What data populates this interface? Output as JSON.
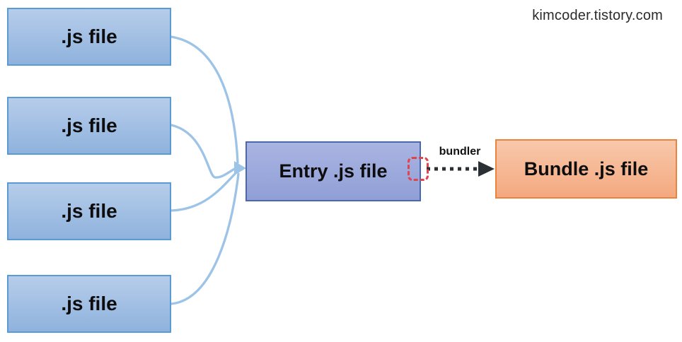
{
  "watermark": "kimcoder.tistory.com",
  "source_boxes": [
    {
      "label": ".js file"
    },
    {
      "label": ".js file"
    },
    {
      "label": ".js file"
    },
    {
      "label": ".js file"
    }
  ],
  "entry_box": {
    "label": "Entry .js file"
  },
  "bundle_box": {
    "label": "Bundle .js file"
  },
  "bundler_label": "bundler",
  "colors": {
    "source_box_border": "#5b9bd5",
    "source_box_top": "#b6cdea",
    "source_box_bottom": "#8fb2dd",
    "entry_box_border": "#4a68b0",
    "entry_box_top": "#aab4e2",
    "entry_box_bottom": "#8f9fd6",
    "bundle_box_border": "#ea8340",
    "bundle_box_top": "#f8c8ab",
    "bundle_box_bottom": "#f4a97f",
    "connector": "#9dc3e6",
    "bundler_arrow": "#2b3034",
    "focus_rect": "#e2444c"
  }
}
